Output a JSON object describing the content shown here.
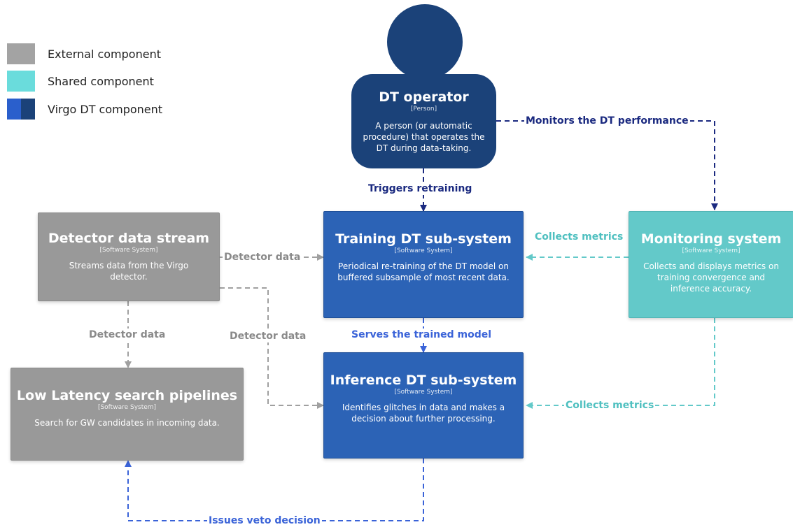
{
  "legend": [
    {
      "label": "External component",
      "colors": [
        "#a3a3a3"
      ]
    },
    {
      "label": "Shared component",
      "colors": [
        "#6adcdc"
      ]
    },
    {
      "label": "Virgo DT component",
      "colors": [
        "#2a5fcc",
        "#1b4279"
      ]
    }
  ],
  "nodes": {
    "operator": {
      "title": "DT operator",
      "kind": "[Person]",
      "desc": "A person (or automatic procedure) that operates the DT during data-taking."
    },
    "detector": {
      "title": "Detector data stream",
      "kind": "[Software System]",
      "desc": "Streams data from the Virgo detector."
    },
    "training": {
      "title": "Training DT sub-system",
      "kind": "[Software System]",
      "desc": "Periodical re-training of the DT model on buffered subsample of most recent data."
    },
    "monitoring": {
      "title": "Monitoring system",
      "kind": "[Software System]",
      "desc": "Collects and displays metrics on training convergence  and inference accuracy."
    },
    "lowlatency": {
      "title": "Low Latency search pipelines",
      "kind": "[Software System]",
      "desc": "Search for GW candidates in incoming data."
    },
    "inference": {
      "title": "Inference DT sub-system",
      "kind": "[Software System]",
      "desc": "Identifies glitches in data and makes a decision about further processing."
    }
  },
  "edges": {
    "monitors": "Monitors the DT performance",
    "triggers": "Triggers retraining",
    "detector_to_training": "Detector data",
    "collects_training": "Collects metrics",
    "detector_to_lowlatency": "Detector data",
    "detector_to_inference": "Detector data",
    "serves": "Serves the trained model",
    "collects_inference": "Collects metrics",
    "veto": "Issues veto decision"
  },
  "colors": {
    "external_edge": "#a0a0a0",
    "shared_edge": "#63c9c9",
    "virgo_edge": "#3a63d8",
    "operator_edge": "#1b2a80"
  }
}
